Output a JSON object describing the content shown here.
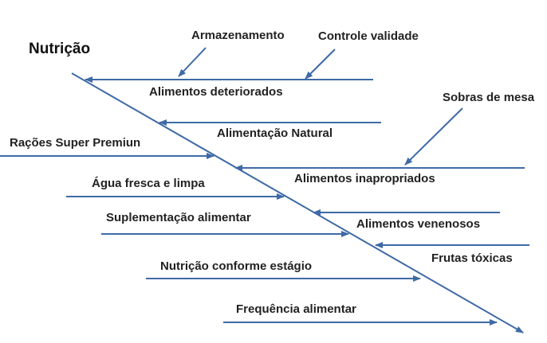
{
  "diagram": {
    "title": "Nutrição",
    "colors": {
      "arrow": "#3e6aa6",
      "text": "#222222"
    },
    "labels": {
      "armazenamento": "Armazenamento",
      "controle_validade": "Controle validade",
      "alimentos_deteriorados": "Alimentos deteriorados",
      "sobras_de_mesa": "Sobras de mesa",
      "alimentacao_natural": "Alimentação Natural",
      "racoes_super_premiun": "Rações Super Premiun",
      "alimentos_inapropriados": "Alimentos inapropriados",
      "agua_fresca_e_limpa": "Água fresca e limpa",
      "suplementacao_alimentar": "Suplementação alimentar",
      "alimentos_venenosos": "Alimentos venenosos",
      "frutas_toxicas": "Frutas tóxicas",
      "nutricao_conforme_estagio": "Nutrição conforme estágio",
      "frequencia_alimentar": "Frequência alimentar"
    }
  }
}
